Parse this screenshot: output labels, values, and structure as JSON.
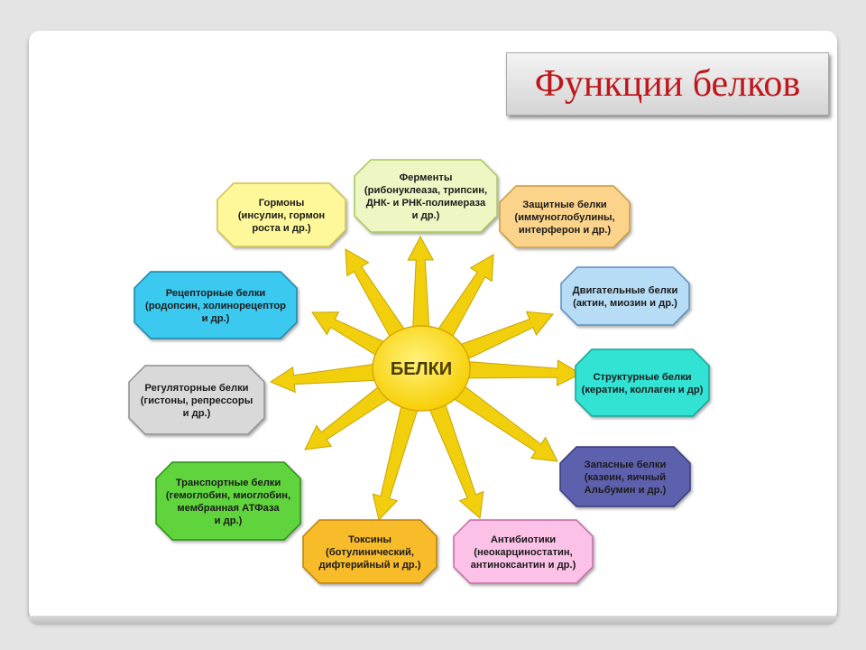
{
  "title": "Функции белков",
  "center": {
    "label": "БЕЛКИ"
  },
  "colors": {
    "sun": "#fbd80f",
    "ray": "#f2cf0c",
    "title_text": "#c0161b"
  },
  "nodes": [
    {
      "id": "enzymes",
      "lines": [
        "Ферменты",
        "(рибонуклеаза, трипсин,",
        "ДНК- и РНК-полимераза",
        "и др.)"
      ],
      "color": "#eef6c4",
      "border": "#a8c75a"
    },
    {
      "id": "hormones",
      "lines": [
        "Гормоны",
        "(инсулин, гормон",
        "роста и др.)"
      ],
      "color": "#fff89a",
      "border": "#cfc04a"
    },
    {
      "id": "protective",
      "lines": [
        "Защитные белки",
        "(иммуноглобулины,",
        "интерферон и др.)"
      ],
      "color": "#fbd38a",
      "border": "#c99b3c"
    },
    {
      "id": "receptor",
      "lines": [
        "Рецепторные белки",
        "(родопсин, холинорецептор",
        "и др.)"
      ],
      "color": "#3ac9ef",
      "border": "#1a86a6"
    },
    {
      "id": "motor",
      "lines": [
        "Двигательные белки",
        "(актин, миозин и др.)"
      ],
      "color": "#b7dcf5",
      "border": "#5c8fc0"
    },
    {
      "id": "regulatory",
      "lines": [
        "Регуляторные белки",
        "(гистоны, репрессоры",
        "и др.)"
      ],
      "color": "#d9d9d9",
      "border": "#8f8f8f"
    },
    {
      "id": "structural",
      "lines": [
        "Структурные белки",
        "(кератин, коллаген и др)"
      ],
      "color": "#30e3d4",
      "border": "#12a196"
    },
    {
      "id": "storage",
      "lines": [
        "Запасные белки",
        "(казеин, яичный",
        "Альбумин и др.)"
      ],
      "color": "#5d60ac",
      "border": "#363a7c"
    },
    {
      "id": "transport",
      "lines": [
        "Транспортные белки",
        "(гемоглобин, миоглобин,",
        "мембранная АТФаза",
        "и др.)"
      ],
      "color": "#61d43c",
      "border": "#2f8c16"
    },
    {
      "id": "toxins",
      "lines": [
        "Токсины",
        "(ботулинический,",
        "дифтерийный и др.)"
      ],
      "color": "#f8bb2b",
      "border": "#b9820c"
    },
    {
      "id": "antibiotics",
      "lines": [
        "Антибиотики",
        "(неокарциностатин,",
        "антиноксантин и др.)"
      ],
      "color": "#fbc1e6",
      "border": "#c56ba6"
    }
  ]
}
